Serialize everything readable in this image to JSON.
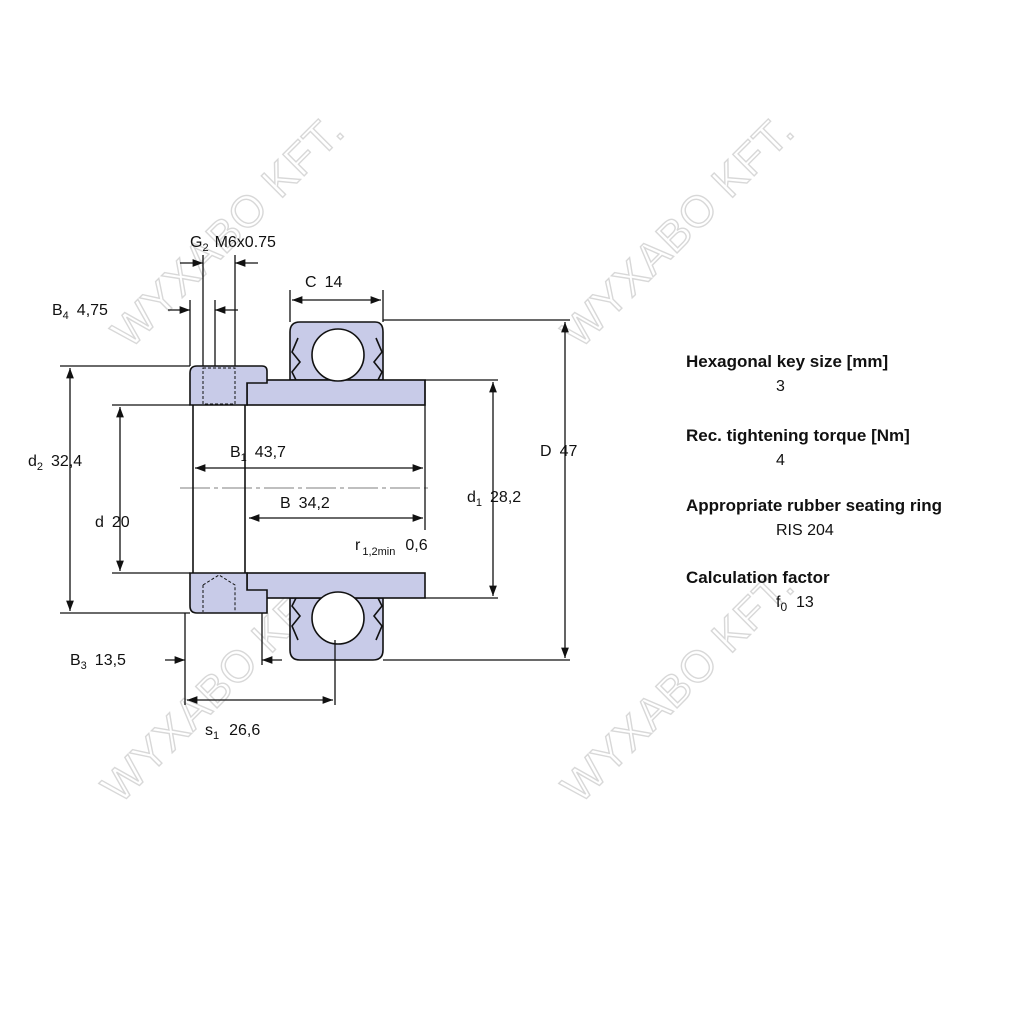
{
  "watermark": "WYXABO KFT.",
  "drawing": {
    "G2": {
      "sym": "G",
      "sub": "2",
      "value": "M6x0.75"
    },
    "B4": {
      "sym": "B",
      "sub": "4",
      "value": "4,75"
    },
    "C": {
      "sym": "C",
      "value": "14"
    },
    "d2": {
      "sym": "d",
      "sub": "2",
      "value": "32,4"
    },
    "d": {
      "sym": "d",
      "value": "20"
    },
    "B1": {
      "sym": "B",
      "sub": "1",
      "value": "43,7"
    },
    "B": {
      "sym": "B",
      "value": "34,2"
    },
    "d1": {
      "sym": "d",
      "sub": "1",
      "value": "28,2"
    },
    "D": {
      "sym": "D",
      "value": "47"
    },
    "r": {
      "sym": "r",
      "sub": "1,2min",
      "value": "0,6"
    },
    "B3": {
      "sym": "B",
      "sub": "3",
      "value": "13,5"
    },
    "s1": {
      "sym": "s",
      "sub": "1",
      "value": "26,6"
    },
    "colors": {
      "fill": "#c8cbe8",
      "line": "#111111"
    }
  },
  "info": [
    {
      "label": "Hexagonal key size [mm]",
      "value": "3"
    },
    {
      "label": "Rec. tightening torque [Nm]",
      "value": "4"
    },
    {
      "label": "Appropriate rubber seating ring",
      "value": "RIS 204"
    },
    {
      "label": "Calculation factor",
      "sym": "f",
      "sub": "0",
      "value": "13"
    }
  ]
}
